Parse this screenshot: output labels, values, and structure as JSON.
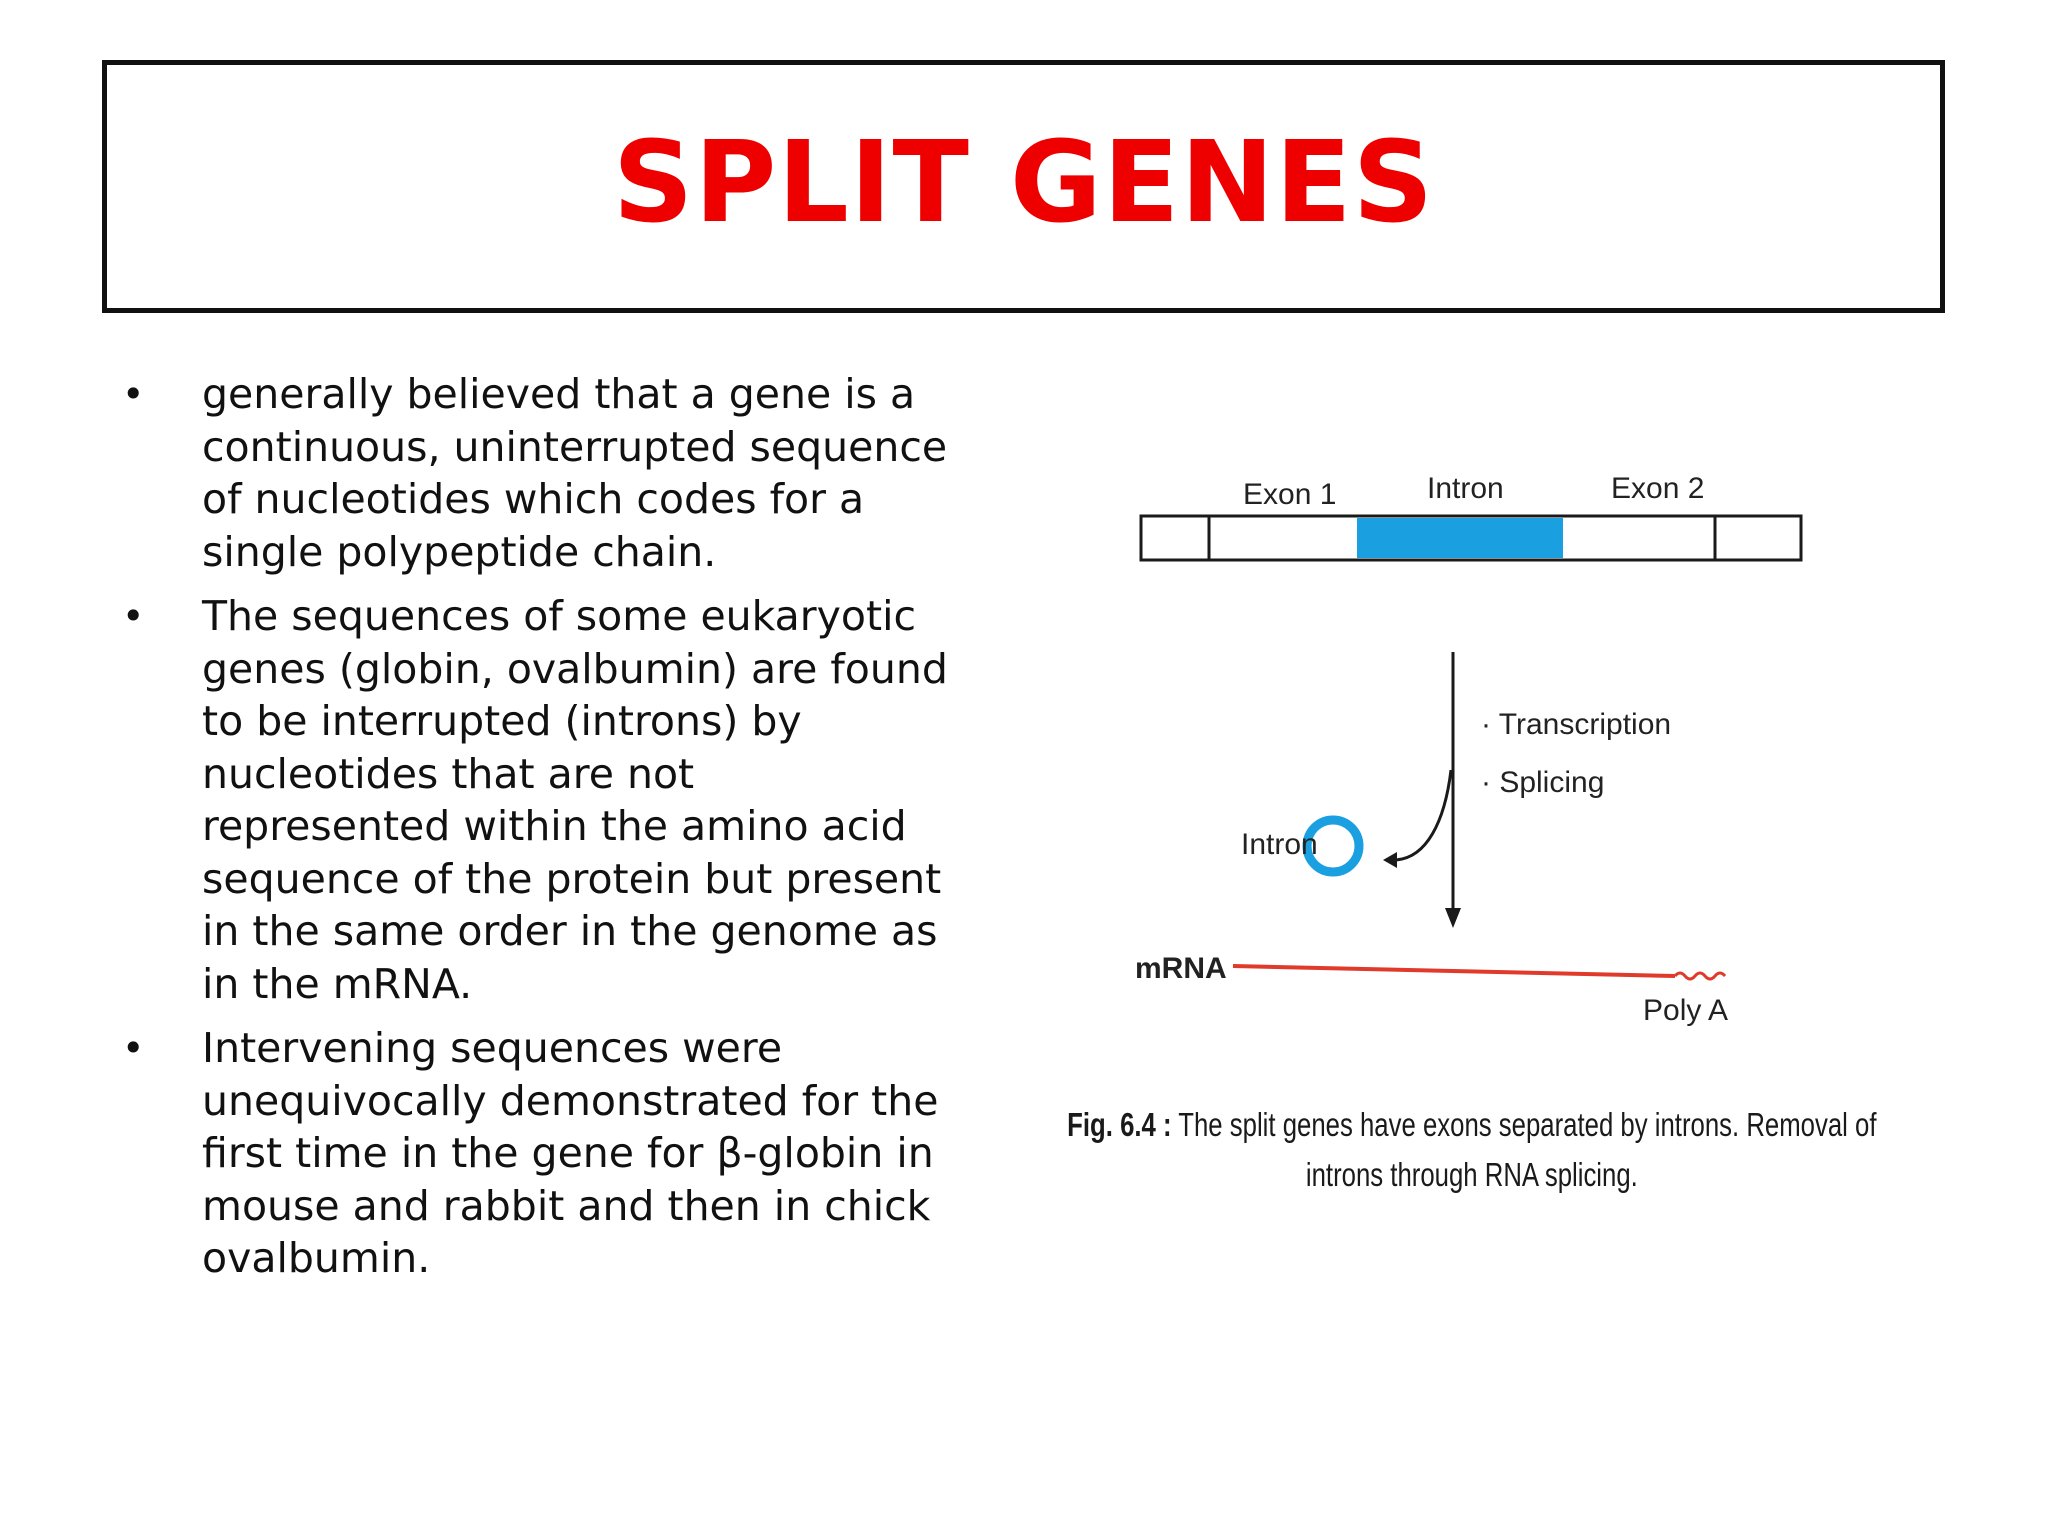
{
  "slide": {
    "title": "SPLIT GENES",
    "bullets": [
      "generally believed that a gene is a continuous, uninterrupted sequence of nucleotides which codes for a single polypeptide chain.",
      "The sequences of some eukaryotic genes (globin, ovalbumin) are found to be interrupted (introns) by nucleotides that are not represented within the amino acid sequence of the protein but  present in the same order in the genome as in the mRNA.",
      "Intervening sequences were unequivocally demonstrated for the first time in the gene for β-globin in mouse and rabbit and then in chick ovalbumin."
    ],
    "bullet_symbol": "•"
  },
  "figure": {
    "exon1_label": "Exon 1",
    "intron_label": "Intron",
    "exon2_label": "Exon 2",
    "step_transcription": "· Transcription",
    "step_splicing": "· Splicing",
    "removed_intron_label": "Intron",
    "mrna_label": "mRNA",
    "polya_label": "Poly A",
    "caption_prefix": "Fig. 6.4 :",
    "caption_text": " The split genes have exons separated by introns. Removal of introns through RNA splicing.",
    "colors": {
      "intron_fill": "#1aa0e0",
      "mrna_line": "#e03a2a",
      "title": "#ee0000"
    }
  }
}
